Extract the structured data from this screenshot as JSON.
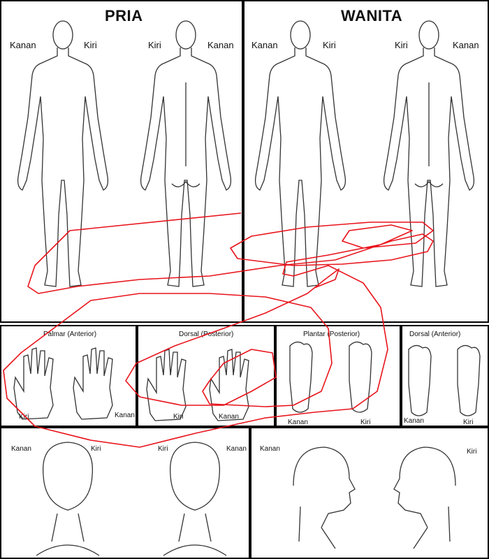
{
  "top": {
    "male": {
      "heading": "PRIA",
      "front_right": "Kanan",
      "front_left": "Kiri",
      "back_left": "Kiri",
      "back_right": "Kanan"
    },
    "female": {
      "heading": "WANITA",
      "front_right": "Kanan",
      "front_left": "Kiri",
      "back_left": "Kiri",
      "back_right": "Kanan"
    }
  },
  "middle": {
    "palmar": {
      "title": "Palmar (Anterior)",
      "left": "Kiri",
      "right": "Kanan"
    },
    "dorsal_hand": {
      "title": "Dorsal (Posterior)",
      "left": "Kiri",
      "right": "Kanan"
    },
    "plantar": {
      "title": "Plantar (Posterior)",
      "left": "Kanan",
      "right": "Kiri"
    },
    "dorsal_foot": {
      "title": "Dorsal (Anterior)",
      "left": "Kanan",
      "right": "Kiri"
    }
  },
  "bottom": {
    "head_front_back": {
      "front_right": "Kanan",
      "front_left": "Kiri",
      "back_left": "Kiri",
      "back_right": "Kanan"
    },
    "head_side": {
      "left_profile": "Kanan",
      "right_profile": "Kiri"
    }
  },
  "colors": {
    "scribble": "#e8141c",
    "outline": "#333333",
    "border": "#000000"
  },
  "icons": [
    "male-body-front-icon",
    "male-body-back-icon",
    "female-body-front-icon",
    "female-body-back-icon",
    "hand-icon",
    "foot-icon",
    "head-icon"
  ]
}
